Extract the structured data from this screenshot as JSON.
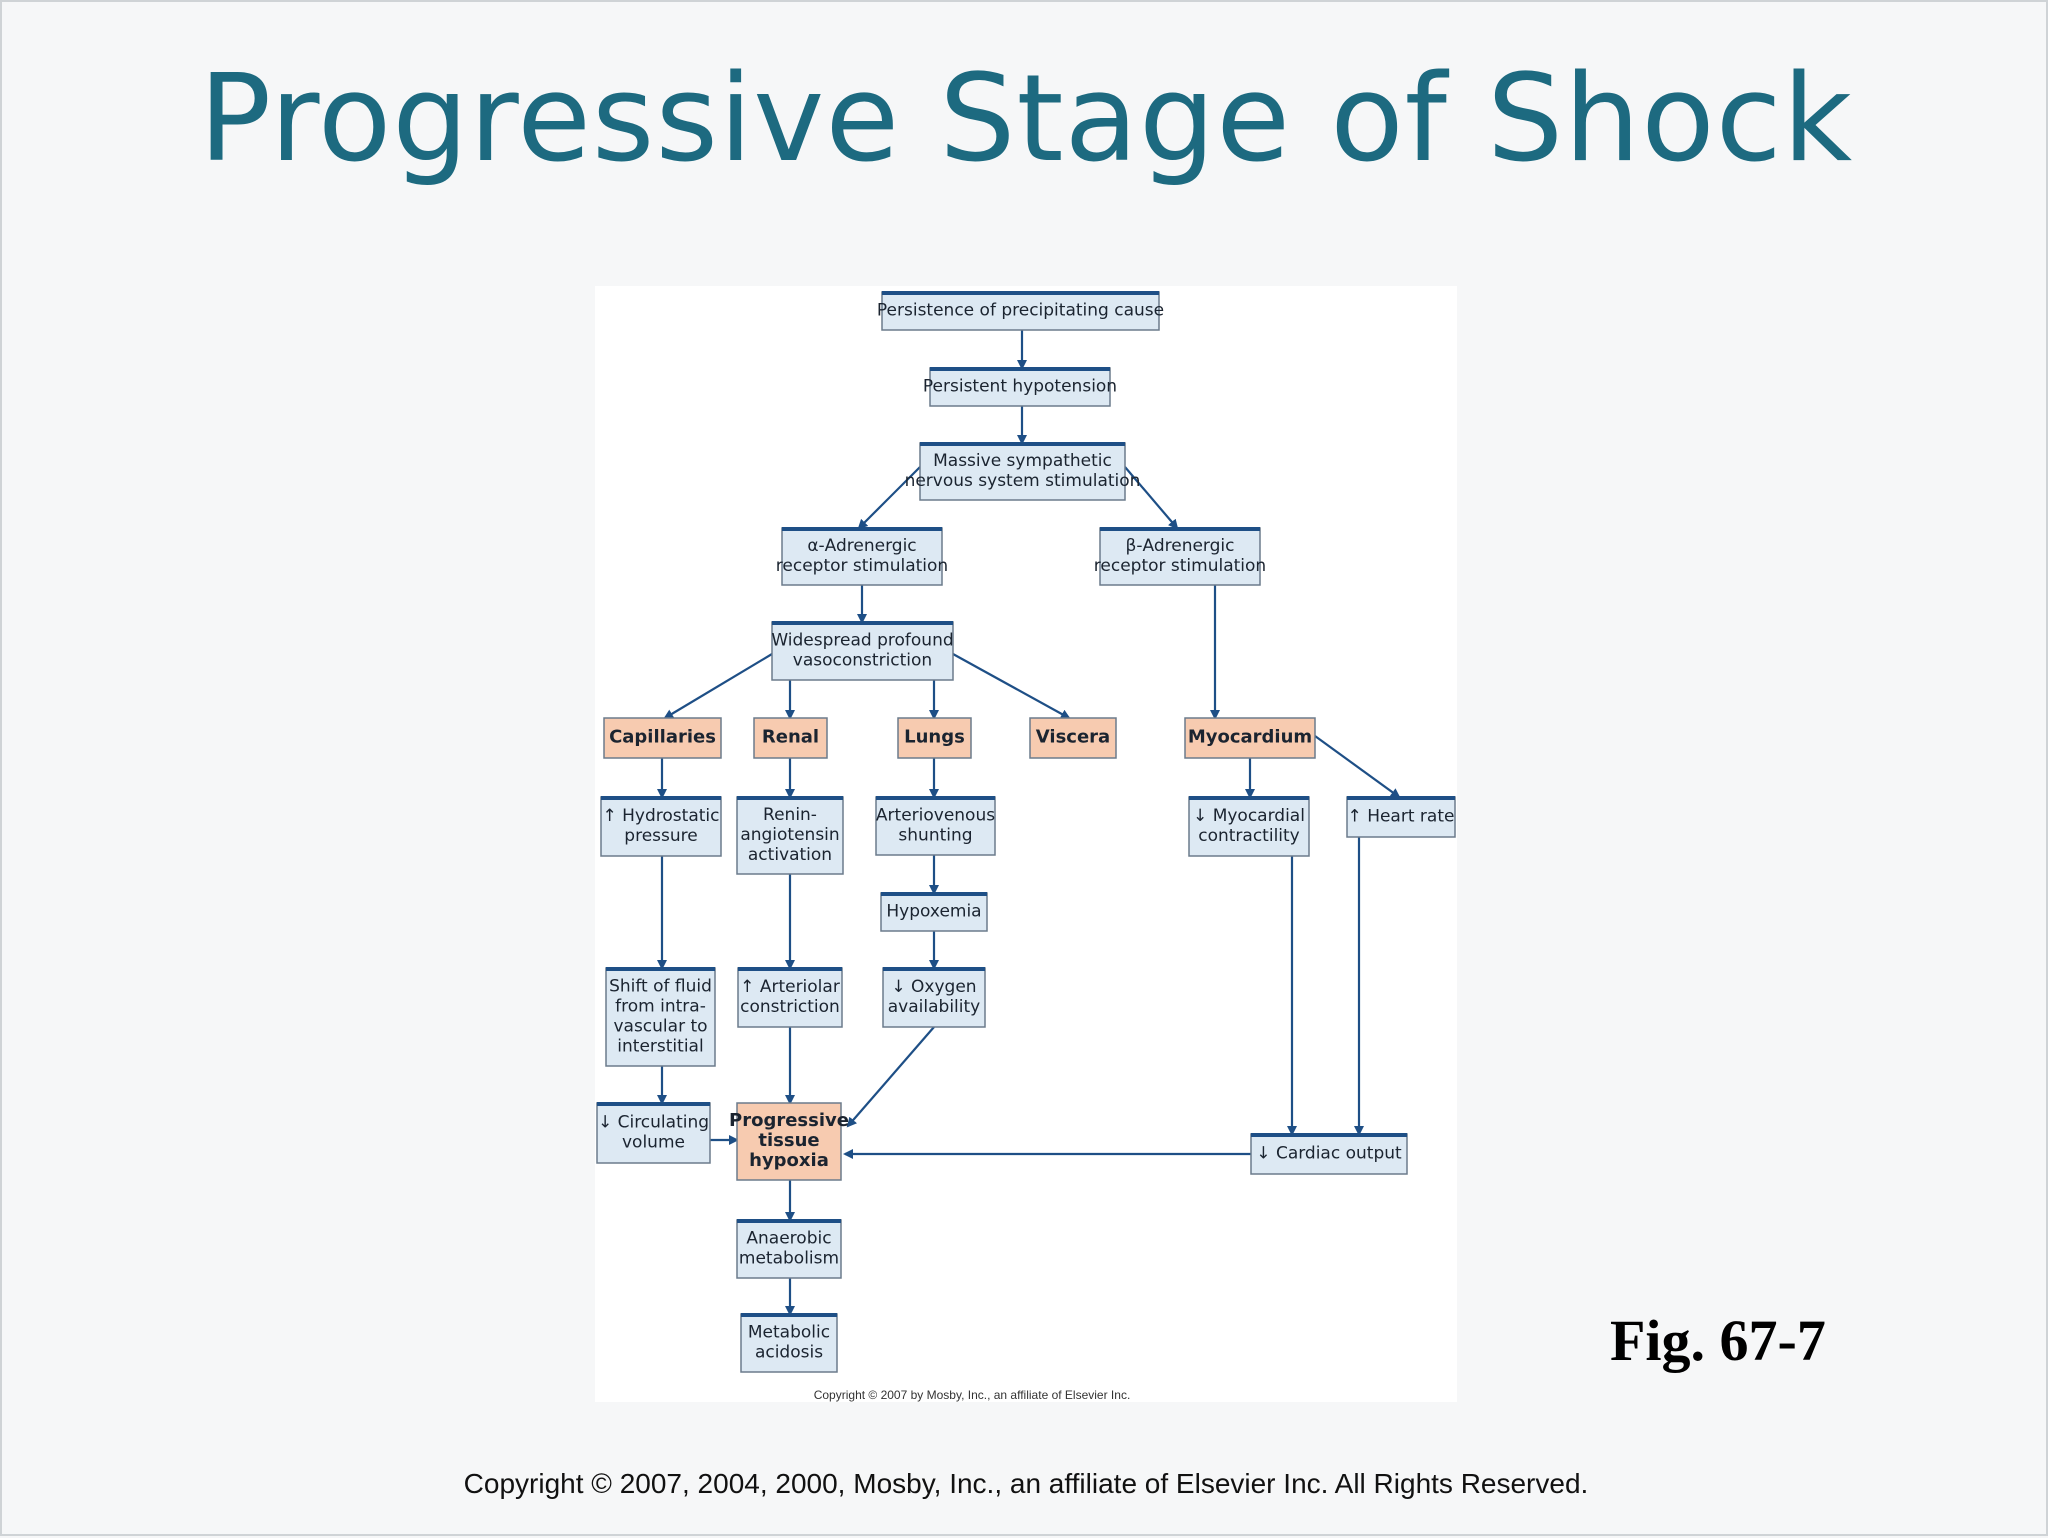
{
  "slide": {
    "title": "Progressive Stage of Shock",
    "figure_label": "Fig. 67-7",
    "copyright": "Copyright © 2007, 2004, 2000, Mosby, Inc., an affiliate of Elsevier Inc. All Rights Reserved."
  },
  "diagram": {
    "figure_copyright": "Copyright © 2007 by Mosby, Inc., an affiliate of Elsevier Inc.",
    "colors": {
      "process_fill": "#dde9f3",
      "organ_fill": "#f7cbb0",
      "border": "#6b7b8c",
      "topbar": "#1e4f86",
      "arrow": "#1e4f86"
    },
    "nodes": {
      "persistence": {
        "lines": [
          "Persistence of precipitating cause"
        ],
        "kind": "process"
      },
      "hypotension": {
        "lines": [
          "Persistent hypotension"
        ],
        "kind": "process"
      },
      "sympathetic": {
        "lines": [
          "Massive sympathetic",
          "nervous system stimulation"
        ],
        "kind": "process"
      },
      "alpha": {
        "lines": [
          "α-Adrenergic",
          "receptor stimulation"
        ],
        "kind": "process"
      },
      "beta": {
        "lines": [
          "β-Adrenergic",
          "receptor stimulation"
        ],
        "kind": "process"
      },
      "vasoconstriction": {
        "lines": [
          "Widespread profound",
          "vasoconstriction"
        ],
        "kind": "process"
      },
      "capillaries": {
        "lines": [
          "Capillaries"
        ],
        "kind": "organ"
      },
      "renal": {
        "lines": [
          "Renal"
        ],
        "kind": "organ"
      },
      "lungs": {
        "lines": [
          "Lungs"
        ],
        "kind": "organ"
      },
      "viscera": {
        "lines": [
          "Viscera"
        ],
        "kind": "organ"
      },
      "myocardium": {
        "lines": [
          "Myocardium"
        ],
        "kind": "organ"
      },
      "hydrostatic": {
        "lines": [
          "↑ Hydrostatic",
          "pressure"
        ],
        "kind": "process"
      },
      "renin": {
        "lines": [
          "Renin-",
          "angiotensin",
          "activation"
        ],
        "kind": "process"
      },
      "av_shunting": {
        "lines": [
          "Arteriovenous",
          "shunting"
        ],
        "kind": "process"
      },
      "hypoxemia": {
        "lines": [
          "Hypoxemia"
        ],
        "kind": "process"
      },
      "myo_contractility": {
        "lines": [
          "↓ Myocardial",
          "contractility"
        ],
        "kind": "process"
      },
      "heart_rate": {
        "lines": [
          "↑ Heart rate"
        ],
        "kind": "process"
      },
      "fluid_shift": {
        "lines": [
          "Shift of fluid",
          "from intra-",
          "vascular to",
          "interstitial"
        ],
        "kind": "process"
      },
      "arteriolar": {
        "lines": [
          "↑ Arteriolar",
          "constriction"
        ],
        "kind": "process"
      },
      "oxygen": {
        "lines": [
          "↓ Oxygen",
          "availability"
        ],
        "kind": "process"
      },
      "circulating": {
        "lines": [
          "↓ Circulating",
          "volume"
        ],
        "kind": "process"
      },
      "tissue_hypoxia": {
        "lines": [
          "Progressive",
          "tissue",
          "hypoxia"
        ],
        "kind": "organ"
      },
      "cardiac_output": {
        "lines": [
          "↓ Cardiac output"
        ],
        "kind": "process"
      },
      "anaerobic": {
        "lines": [
          "Anaerobic",
          "metabolism"
        ],
        "kind": "process"
      },
      "acidosis": {
        "lines": [
          "Metabolic",
          "acidosis"
        ],
        "kind": "process"
      }
    }
  }
}
